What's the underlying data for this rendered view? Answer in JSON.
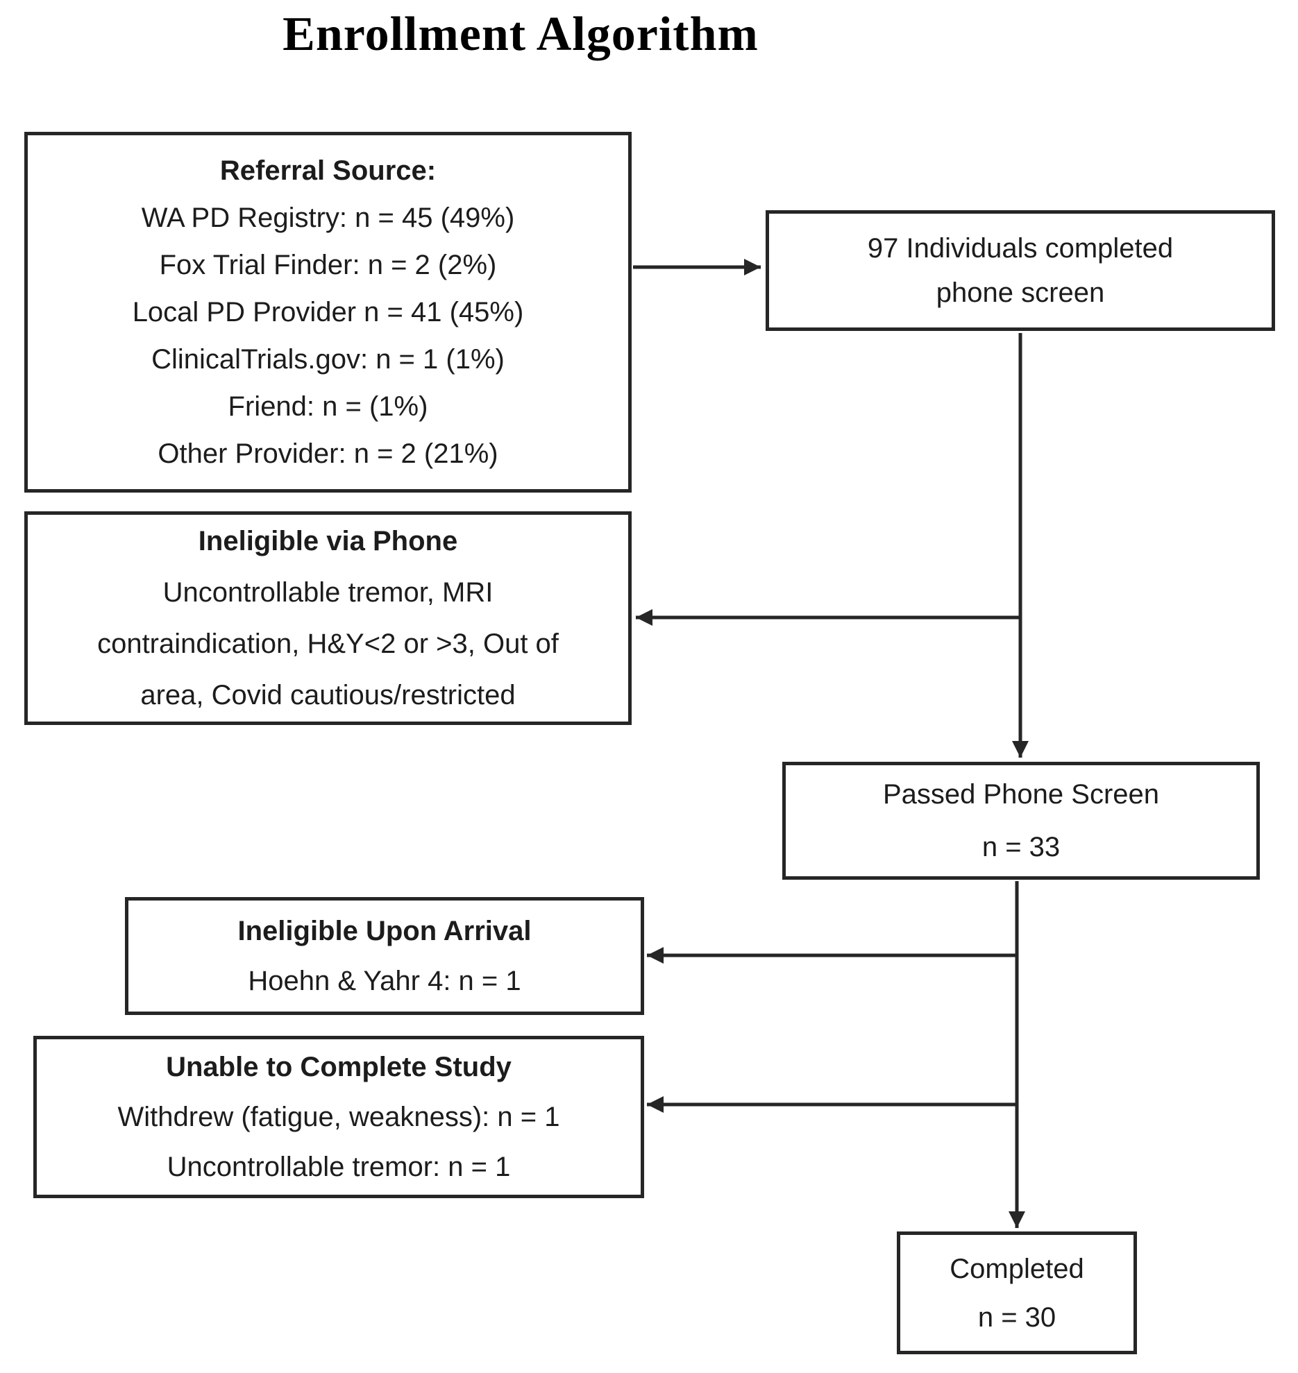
{
  "title": "Enrollment Algorithm",
  "colors": {
    "ink": "#262626",
    "background": "#ffffff"
  },
  "boxes": {
    "referral": {
      "header": "Referral Source:",
      "lines": [
        "WA PD Registry: n = 45 (49%)",
        "Fox Trial Finder: n = 2 (2%)",
        "Local PD Provider n = 41 (45%)",
        "ClinicalTrials.gov: n = 1 (1%)",
        "Friend: n = (1%)",
        "Other Provider: n = 2 (21%)"
      ]
    },
    "phone_screen": {
      "lines": [
        "97 Individuals completed",
        "phone screen"
      ]
    },
    "ineligible_phone": {
      "header": "Ineligible via Phone",
      "lines": [
        "Uncontrollable tremor, MRI",
        "contraindication, H&Y<2 or >3, Out of",
        "area, Covid cautious/restricted"
      ]
    },
    "passed_phone_screen": {
      "lines": [
        "Passed Phone Screen",
        "n = 33"
      ]
    },
    "ineligible_arrival": {
      "header": "Ineligible Upon Arrival",
      "lines": [
        "Hoehn & Yahr 4: n = 1"
      ]
    },
    "unable_to_complete": {
      "header": "Unable to Complete Study",
      "lines": [
        "Withdrew (fatigue, weakness): n = 1",
        "Uncontrollable tremor: n = 1"
      ]
    },
    "completed": {
      "lines": [
        "Completed",
        "n = 30"
      ]
    }
  }
}
